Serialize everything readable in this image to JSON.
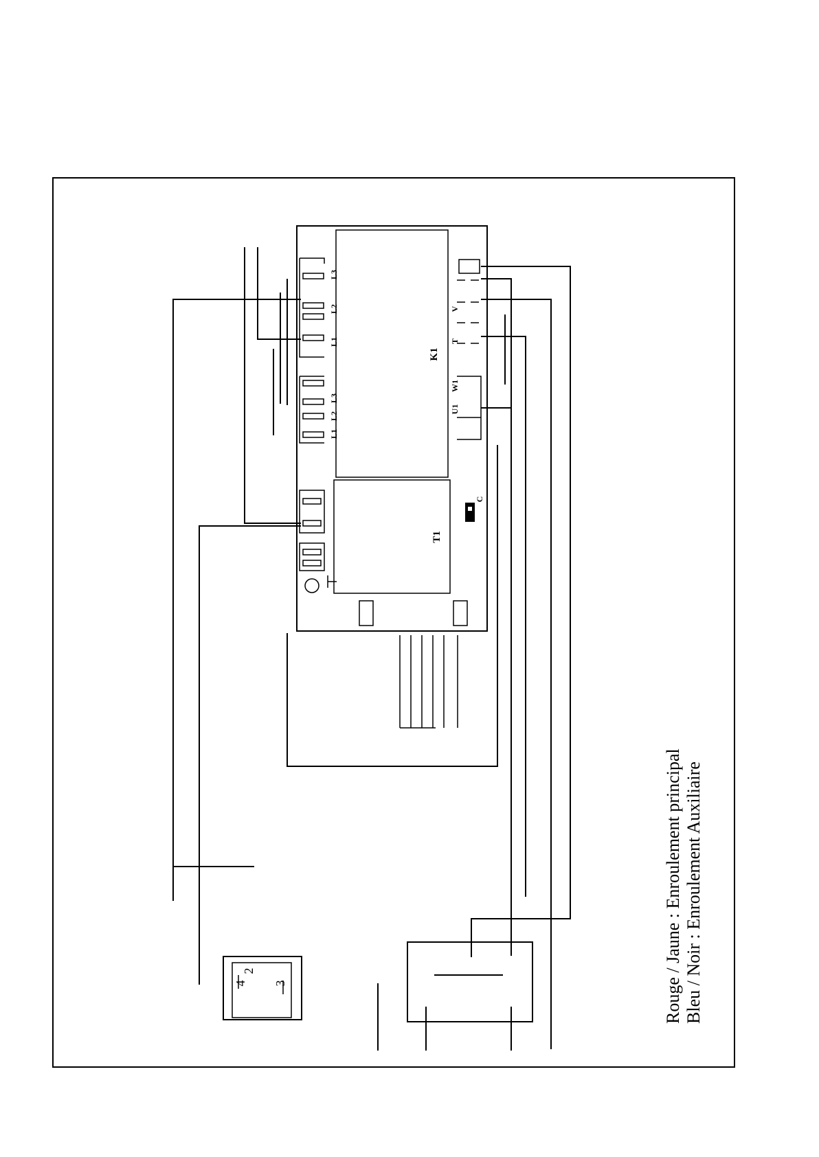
{
  "diagram": {
    "components": {
      "contactor": "K1",
      "transformer": "T1",
      "capacitor_mark": "C"
    },
    "terminal_labels": {
      "upper_group": [
        "L1",
        "L2",
        "L3"
      ],
      "lower_group": [
        "L1",
        "L2",
        "L3"
      ],
      "right_upper": [
        "T",
        "V"
      ],
      "right_lower": [
        "U1",
        "W1"
      ]
    },
    "switch_numbers": [
      "2",
      "3",
      "4"
    ],
    "legend": {
      "line1": "Rouge / Jaune : Enroulement principal",
      "line2": "Bleu / Noir : Enroulement Auxiliaire"
    }
  }
}
